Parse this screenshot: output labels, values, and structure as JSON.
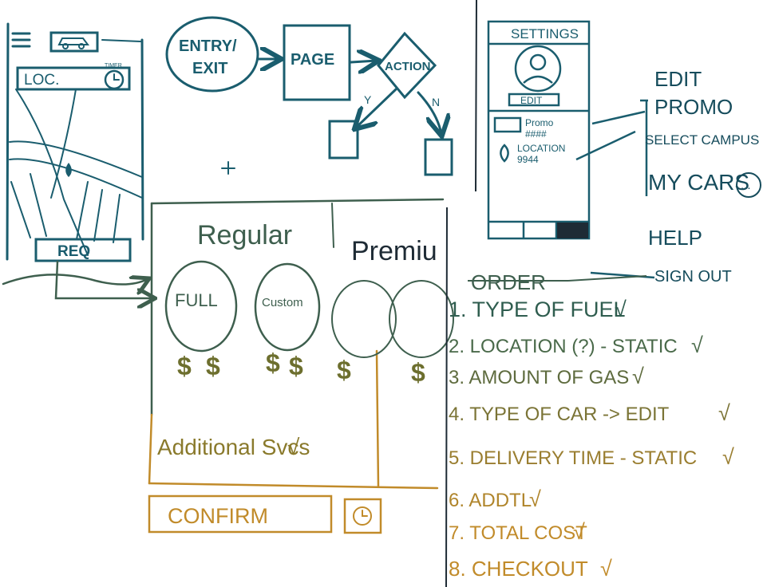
{
  "colors": {
    "teal": "#1a5d6e",
    "tealDark": "#164c5c",
    "green": "#3e5f4e",
    "olive": "#6d6f2e",
    "amber": "#c18b2a",
    "dark": "#1e2b35"
  },
  "flow": {
    "entry_exit_line1": "ENTRY/",
    "entry_exit_line2": "EXIT",
    "page": "PAGE",
    "action": "ACTION",
    "yes": "Y",
    "no": "N"
  },
  "phone_map": {
    "location": "LOC.",
    "timer_label": "TIMER",
    "request_button": "REQ"
  },
  "settings": {
    "title": "SETTINGS",
    "edit_button": "EDIT",
    "promo_line1": "Promo",
    "promo_line2": "####",
    "location_line1": "LOCATION",
    "location_line2": "9944",
    "menu": [
      "EDIT",
      "PROMO",
      "SELECT CAMPUS",
      "MY CARS",
      "HELP",
      "SIGN OUT"
    ],
    "more": "..."
  },
  "fuel": {
    "regular": "Regular",
    "premium": "Premiu",
    "full": "FULL",
    "custom": "Custom",
    "price_glyph": "$",
    "additional": "Additional Svcs",
    "confirm": "CONFIRM"
  },
  "order": {
    "title": "ORDER",
    "items": [
      "1. TYPE OF FUEL",
      "2. LOCATION (?) - STATIC",
      "3. AMOUNT OF GAS",
      "4. TYPE OF CAR -> EDIT",
      "5. DELIVERY TIME - STATIC",
      "6. ADDTL",
      "7. TOTAL COST",
      "8. CHECKOUT"
    ]
  }
}
